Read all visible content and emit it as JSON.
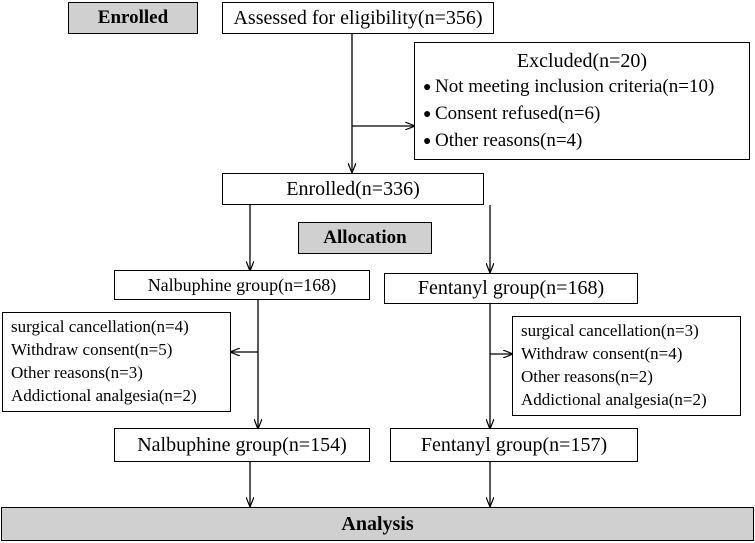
{
  "labels": {
    "enrolled": "Enrolled",
    "allocation": "Allocation",
    "analysis": "Analysis"
  },
  "assessed": "Assessed for eligibility(n=356)",
  "excluded": {
    "title": "Excluded(n=20)",
    "items": [
      "Not meeting inclusion criteria(n=10)",
      "Consent refused(n=6)",
      "Other reasons(n=4)"
    ]
  },
  "enrolled_box": "Enrolled(n=336)",
  "nalbuphine": {
    "allocated": "Nalbuphine group(n=168)",
    "losses": [
      "surgical cancellation(n=4)",
      "Withdraw consent(n=5)",
      "Other reasons(n=3)",
      "Addictional analgesia(n=2)"
    ],
    "analyzed": "Nalbuphine group(n=154)"
  },
  "fentanyl": {
    "allocated": "Fentanyl group(n=168)",
    "losses": [
      "surgical cancellation(n=3)",
      "Withdraw consent(n=4)",
      "Other reasons(n=2)",
      "Addictional analgesia(n=2)"
    ],
    "analyzed": "Fentanyl group(n=157)"
  }
}
